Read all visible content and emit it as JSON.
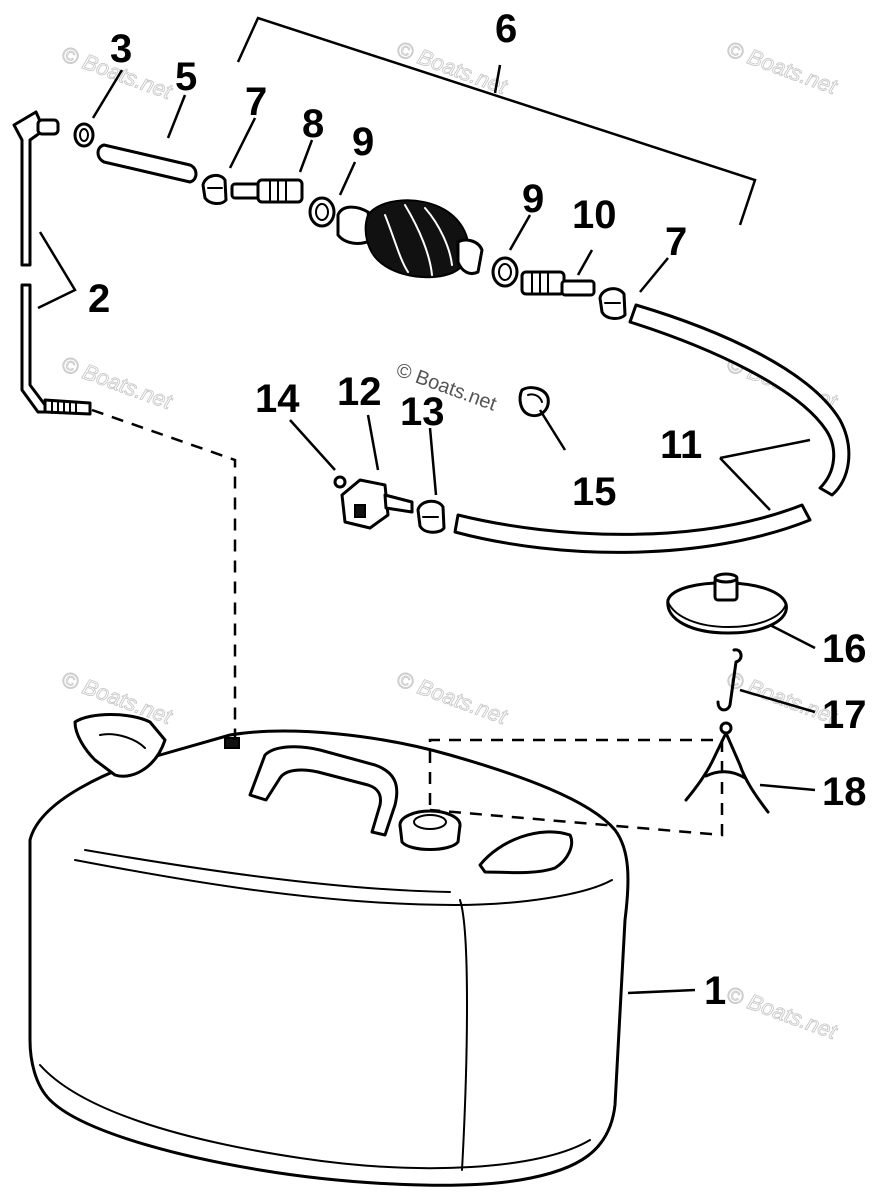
{
  "callouts": {
    "c1": "1",
    "c2": "2",
    "c3": "3",
    "c5": "5",
    "c6": "6",
    "c7a": "7",
    "c7b": "7",
    "c8": "8",
    "c9a": "9",
    "c9b": "9",
    "c10": "10",
    "c11": "11",
    "c12": "12",
    "c13": "13",
    "c14": "14",
    "c15": "15",
    "c16": "16",
    "c17": "17",
    "c18": "18"
  },
  "watermark": {
    "text": "© Boats.net",
    "center_text": "© Boats.net"
  }
}
